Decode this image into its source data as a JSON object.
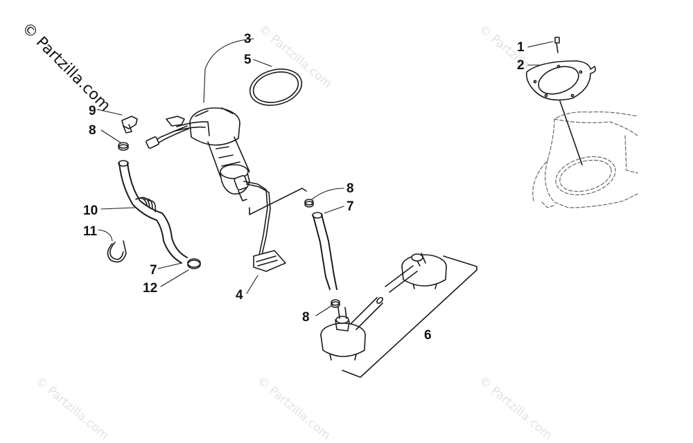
{
  "watermark": {
    "main": "© Partzilla.com",
    "faint": "© Partzilla.com"
  },
  "callouts": {
    "c1": "1",
    "c2": "2",
    "c3": "3",
    "c4": "4",
    "c5": "5",
    "c6": "6",
    "c7a": "7",
    "c7b": "7",
    "c8a": "8",
    "c8b": "8",
    "c8c": "8",
    "c9": "9",
    "c10": "10",
    "c11": "11",
    "c12": "12"
  },
  "colors": {
    "line": "#1a1a1a",
    "dash": "#666666",
    "watermark": "#e2e2e2"
  }
}
